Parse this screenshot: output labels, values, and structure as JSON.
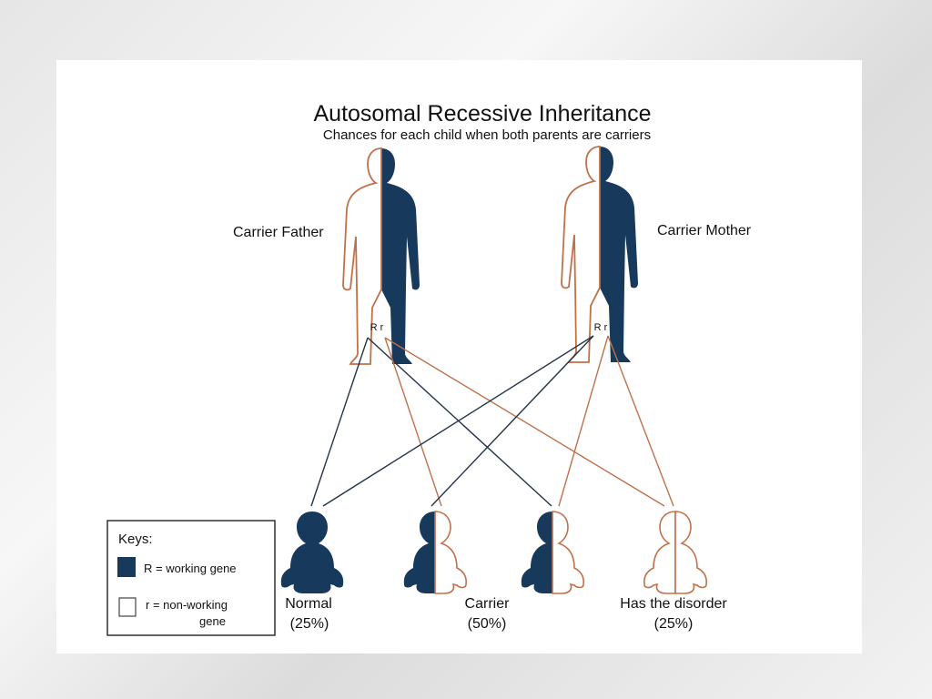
{
  "title": "Autosomal Recessive Inheritance",
  "subtitle": "Chances for each child when both parents are carriers",
  "parents": {
    "father": {
      "label": "Carrier Father",
      "genotype": "R r"
    },
    "mother": {
      "label": "Carrier Mother",
      "genotype": "R r"
    }
  },
  "children": [
    {
      "genotype": "R R",
      "status": "full-working"
    },
    {
      "genotype": "R r",
      "status": "carrier"
    },
    {
      "genotype": "R r",
      "status": "carrier"
    },
    {
      "genotype": "rr",
      "status": "non-working"
    }
  ],
  "outcomes": [
    {
      "label": "Normal",
      "percent": "(25%)"
    },
    {
      "label": "Carrier",
      "percent": "(50%)"
    },
    {
      "label": "Has the disorder",
      "percent": "(25%)"
    }
  ],
  "key": {
    "title": "Keys:",
    "working": "R = working gene",
    "nonworking_line1": "r = non-working",
    "nonworking_line2": "gene"
  },
  "colors": {
    "working": "#17395c",
    "nonworking": "#c0714a",
    "line_dark": "#243447"
  }
}
